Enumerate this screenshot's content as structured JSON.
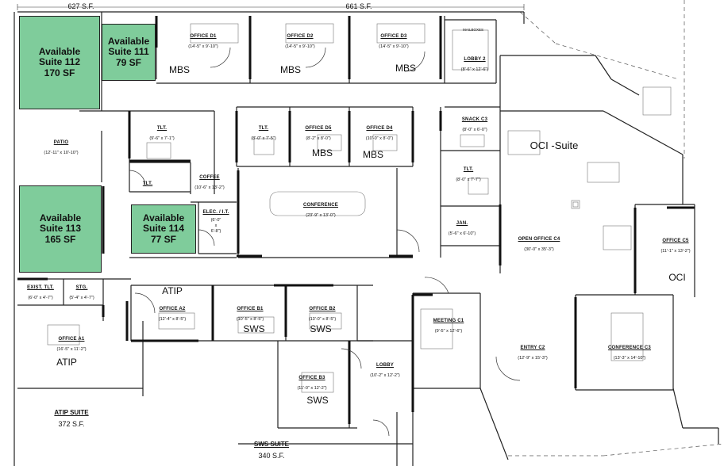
{
  "header": {
    "sf_left": "627 S.F.",
    "sf_center": "661 S.F."
  },
  "available": [
    {
      "line1": "Available",
      "line2": "Suite 112",
      "line3": "170 SF"
    },
    {
      "line1": "Available",
      "line2": "Suite 111",
      "line3": "79 SF"
    },
    {
      "line1": "Available",
      "line2": "Suite 113",
      "line3": "165 SF"
    },
    {
      "line1": "Available",
      "line2": "Suite 114",
      "line3": "77 SF"
    }
  ],
  "rooms": {
    "office_d1": {
      "name": "OFFICE D1",
      "dim": "(14'-5\" x 9'-10\")"
    },
    "office_d2": {
      "name": "OFFICE D2",
      "dim": "(14'-5\" x 9'-10\")"
    },
    "office_d3": {
      "name": "OFFICE D3",
      "dim": "(14'-5\" x 9'-10\")"
    },
    "mailboxes": {
      "name": "MAILBOXES"
    },
    "lobby2": {
      "name": "LOBBY 2",
      "dim": "(8'-6\" x 12'-6\")"
    },
    "tlt1": {
      "name": "TLT.",
      "dim": "(9'-6\" x 7'-1\")"
    },
    "tlt2": {
      "name": "TLT.",
      "dim": "(8'-0\" x 7'-5\")"
    },
    "office_d5": {
      "name": "OFFICE D5",
      "dim": "(8'-2\" x 8'-0\")"
    },
    "office_d4": {
      "name": "OFFICE D4",
      "dim": "(10'-0\" x 8'-0\")"
    },
    "snack_c3": {
      "name": "SNACK C3",
      "dim": "(8'-0\" x 6'-0\")"
    },
    "patio": {
      "name": "PATIO",
      "dim": "(12'-11\" x 10'-10\")"
    },
    "tlt3": {
      "name": "TLT."
    },
    "coffee": {
      "name": "COFFEE",
      "dim": "(10'-6\" x 13'-2\")"
    },
    "tlt4": {
      "name": "TLT.",
      "dim": "(8'-0\" x 7'-7\")"
    },
    "conference": {
      "name": "CONFERENCE",
      "dim": "(23'-9\" x 13'-0\")"
    },
    "elec": {
      "name": "ELEC. / I.T.",
      "dim1": "(6'-0\"",
      "dim2": "x",
      "dim3": "6'-8\")"
    },
    "jan": {
      "name": "JAN.",
      "dim": "(5'-6\" x 6'-10\")"
    },
    "open_office_c4": {
      "name": "OPEN OFFICE C4",
      "dim": "(30'-0\" x 35'-3\")"
    },
    "office_c5": {
      "name": "OFFICE C5",
      "dim": "(11'-1\" x 13'-2\")"
    },
    "exist_tlt": {
      "name": "EXIST. TLT.",
      "dim": "(6'-0\" x 4'-7\")"
    },
    "stg": {
      "name": "STG.",
      "dim": "(5'-4\" x 4'-7\")"
    },
    "office_a2": {
      "name": "OFFICE A2",
      "dim": "(12'-4\" x 8'-5\")"
    },
    "office_b1": {
      "name": "OFFICE B1",
      "dim": "(10'-5\" x 8'-5\")"
    },
    "office_b2": {
      "name": "OFFICE B2",
      "dim": "(13'-0\" x 8'-5\")"
    },
    "office_a1": {
      "name": "OFFICE A1",
      "dim": "(16'-5\" x 11'-2\")"
    },
    "meeting_c1": {
      "name": "MEETING C1",
      "dim": "(9'-5\" x 12'-6\")"
    },
    "entry_c2": {
      "name": "ENTRY C2",
      "dim": "(12'-9\" x 15'-3\")"
    },
    "conference_c3": {
      "name": "CONFERENCE C3",
      "dim": "(13'-3\" x 14'-10\")"
    },
    "office_b3": {
      "name": "OFFICE B3",
      "dim": "(11'-0\" x 12'-2\")"
    },
    "lobby": {
      "name": "LOBBY",
      "dim": "(10'-2\" x 12'-2\")"
    }
  },
  "tenants": {
    "mbs": "MBS",
    "oci_suite": "OCI -Suite",
    "oci": "OCI",
    "atip": "ATIP",
    "sws": "SWS"
  },
  "suites": {
    "atip_name": "ATIP SUITE",
    "atip_sf": "372 S.F.",
    "sws_name": "SWS SUITE",
    "sws_sf": "340 S.F."
  }
}
